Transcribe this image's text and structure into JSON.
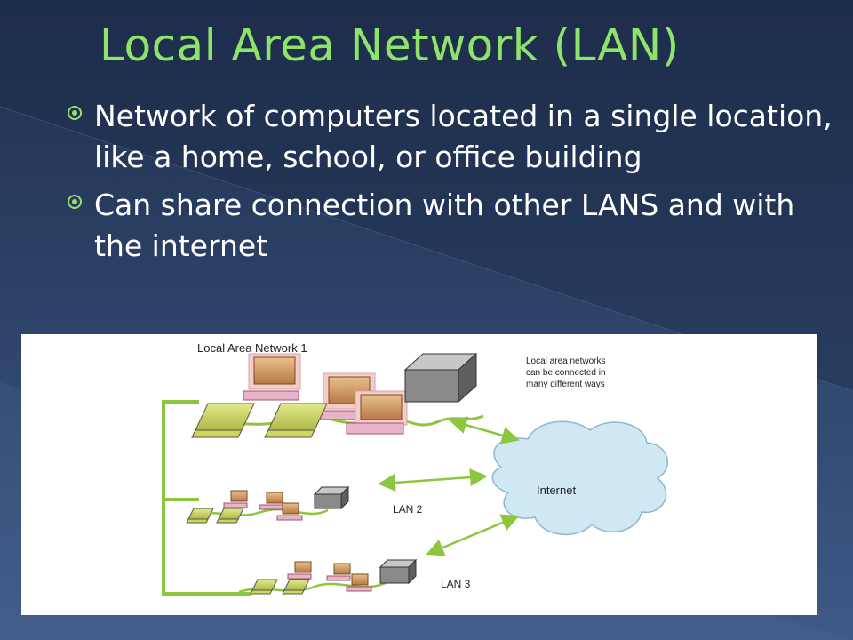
{
  "slide": {
    "title": "Local Area Network (LAN)",
    "bullets": [
      {
        "text": "Network of computers located in a single location, like a home, school, or office building"
      },
      {
        "text": "Can share connection with other LANS and with the internet"
      }
    ]
  },
  "diagram": {
    "lan1_label": "Local Area Network 1",
    "note_lines": [
      "Local area networks",
      "can be connected in",
      "many different ways"
    ],
    "internet_label": "Internet",
    "lan2_label": "LAN 2",
    "lan3_label": "LAN 3"
  },
  "colors": {
    "title": "#8fe36a",
    "bullet_icon": "#98e070",
    "background_top": "#20304f",
    "background_bottom": "#3d5a86",
    "connector": "#8cc63f",
    "cloud": "#cfe8f4"
  }
}
